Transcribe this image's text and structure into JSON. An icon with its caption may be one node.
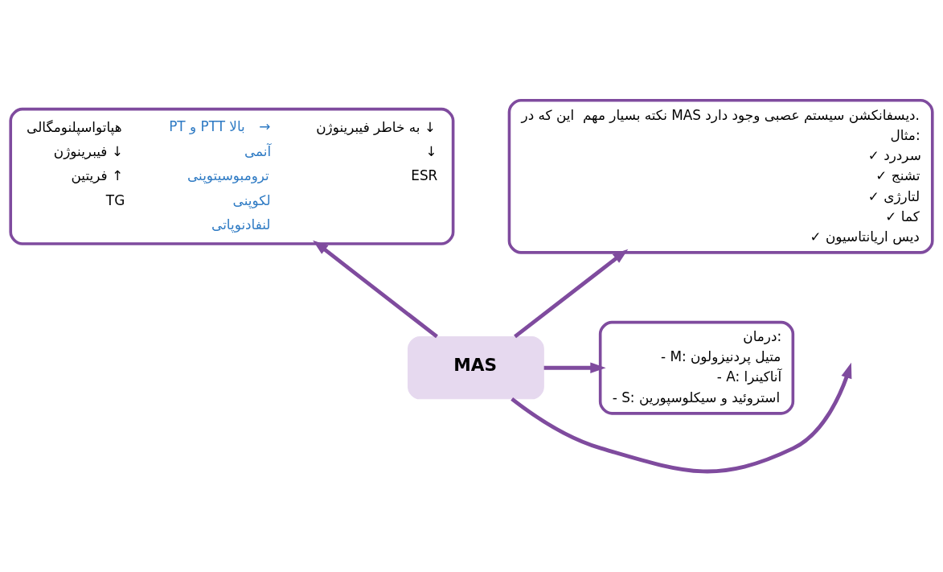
{
  "diagram": {
    "nodes": [
      {
        "text": [
          "به خاطر فیبرینوژن ↓",
          "↓",
          "ESR",
          "→",
          "PT و PTT بالا",
          "آنمی",
          "ترومبوسیتوپنی",
          "لکوپنی",
          "لنفادنوپاتی",
          "هپاتواسپلنومگالی",
          "فیبرینوژن ↓",
          "فریتین ↑",
          "TG"
        ]
      },
      {
        "text": [
          "نکته بسیار مهم  این که در MAS دیسفانکشن سیستم عصبی وجود دارد.",
          "مثال:",
          "✓ سردرد",
          "✓ تشنج",
          "✓ لتارژی",
          "✓ کما",
          "✓ دیس اریانتاسیون"
        ]
      },
      {
        "text": [
          "MAS"
        ]
      },
      {
        "text": [
          "درمان:",
          "- M: متیل پردنیزولون",
          "- A: آناکینرا",
          "- S: استروئید و سیکلوسپورین"
        ]
      }
    ],
    "edges": [
      {
        "from": 2,
        "to": 0,
        "arrow": "to"
      },
      {
        "from": 2,
        "to": 1,
        "arrow": "to"
      },
      {
        "from": 2,
        "to": null,
        "arrow": "to"
      },
      {
        "from": 2,
        "to": 3,
        "arrow": "to"
      }
    ]
  }
}
